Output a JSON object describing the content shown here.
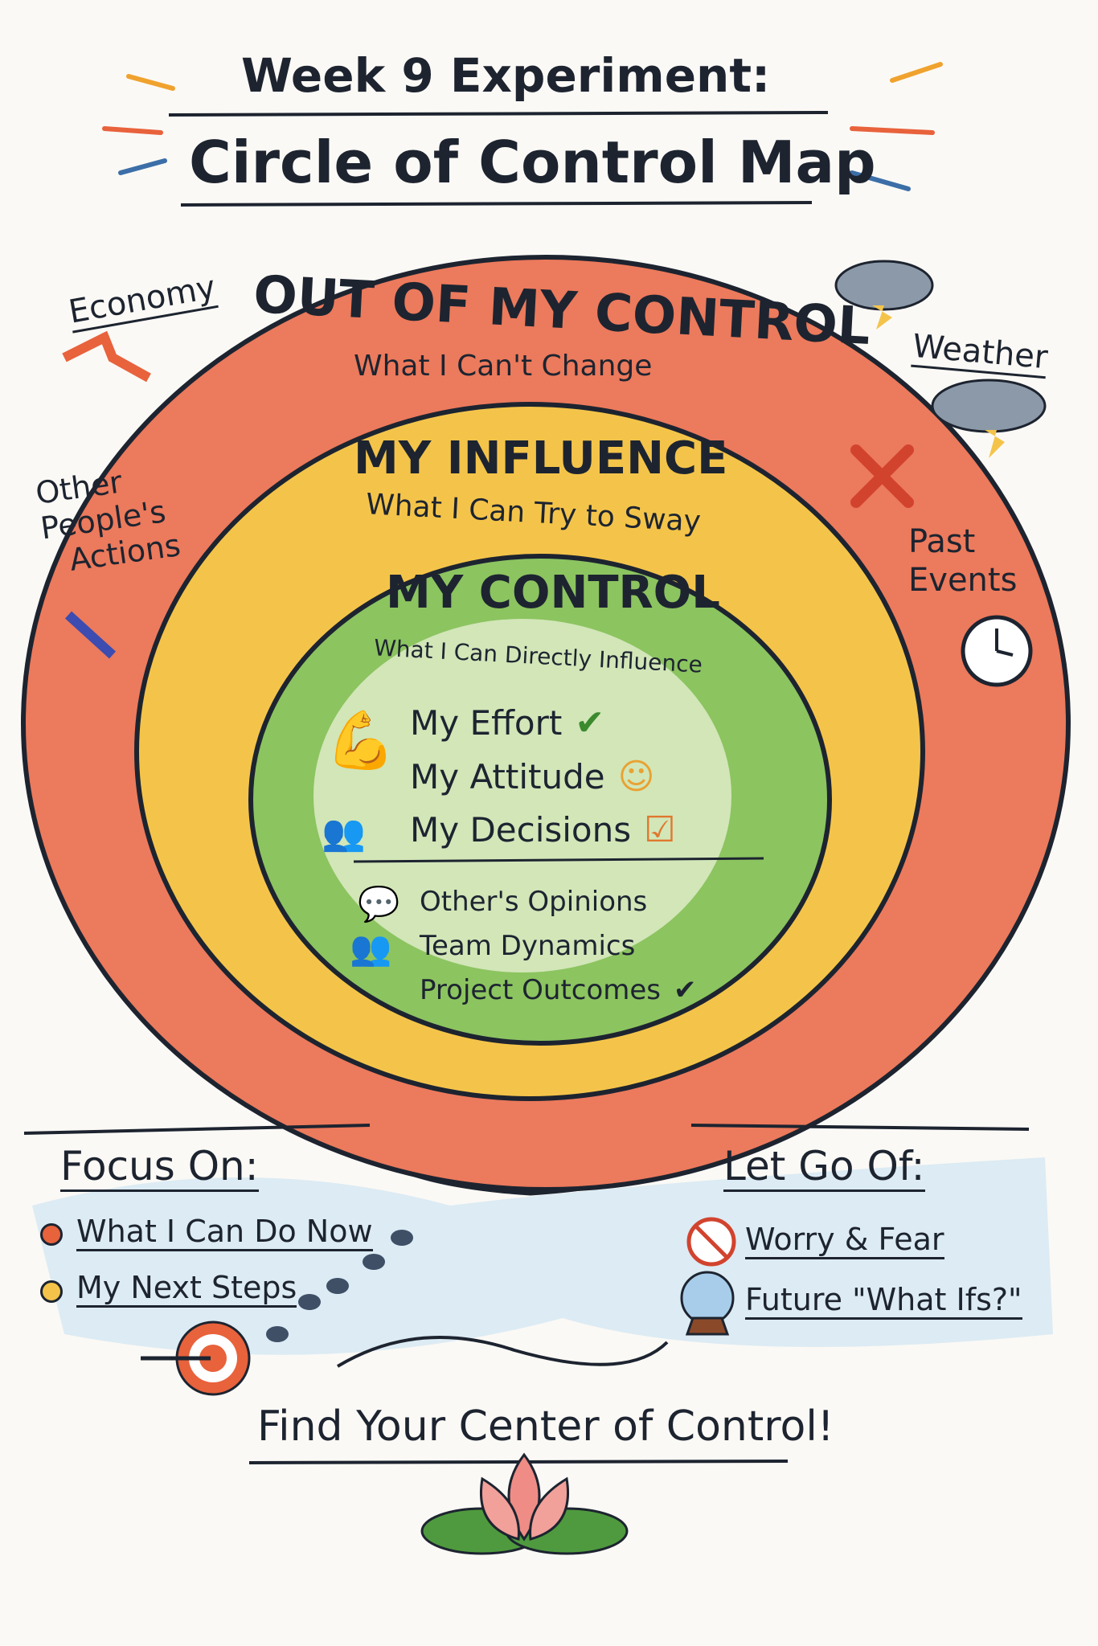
{
  "title": {
    "line1": "Week 9 Experiment:",
    "line2": "Circle of Control Map"
  },
  "rings": {
    "outer": {
      "heading": "OUT OF MY CONTROL",
      "subheading": "What I Can't Change",
      "color": "#ec7a5c"
    },
    "middle": {
      "heading": "MY INFLUENCE",
      "subheading": "What I Can Try to Sway",
      "color": "#f4c44a"
    },
    "inner": {
      "heading": "MY CONTROL",
      "subheading": "What I Can Directly Influence",
      "color": "#8cc460"
    }
  },
  "control_items": [
    {
      "label": "My Effort",
      "icon": "flexed-arm-icon"
    },
    {
      "label": "My Attitude",
      "icon": "smiley-icon"
    },
    {
      "label": "My Decisions",
      "icon": "people-icon"
    }
  ],
  "influence_items": [
    {
      "label": "Other's Opinions",
      "icon": "speech-bubbles-icon"
    },
    {
      "label": "Team Dynamics",
      "icon": "team-icon"
    },
    {
      "label": "Project Outcomes",
      "icon": "checkmark-icon"
    }
  ],
  "outside_labels": {
    "economy": "Economy",
    "others_actions": [
      "Other",
      "People's",
      "Actions"
    ],
    "weather": "Weather",
    "past_events": [
      "Past",
      "Events"
    ]
  },
  "focus_on": {
    "heading": "Focus On:",
    "items": [
      "What I Can Do Now",
      "My Next Steps"
    ]
  },
  "let_go_of": {
    "heading": "Let Go Of:",
    "items": [
      "Worry & Fear",
      "Future \"What Ifs?\""
    ]
  },
  "footer": "Find Your Center of Control!"
}
